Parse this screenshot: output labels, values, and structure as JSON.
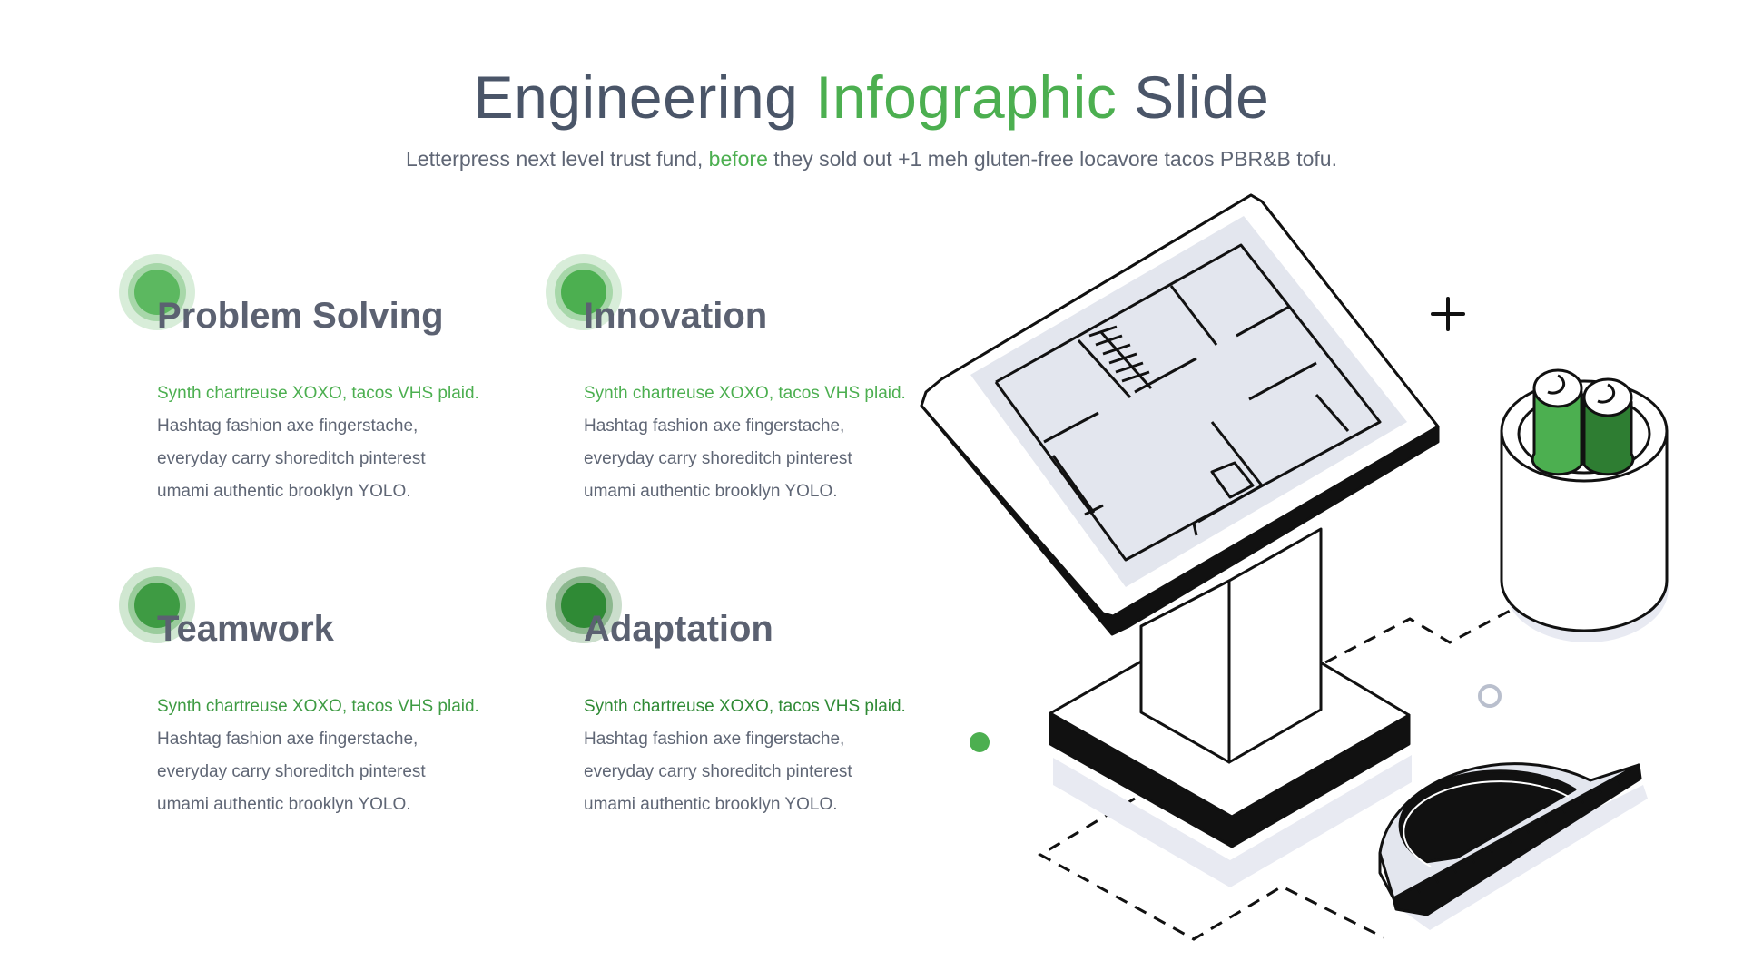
{
  "header": {
    "title_part1": "Engineering ",
    "title_accent": "Infographic",
    "title_part2": " Slide",
    "subtitle_part1": "Letterpress next level trust fund, ",
    "subtitle_accent": "before",
    "subtitle_part2": " they sold out +1 meh gluten-free locavore tacos PBR&B tofu."
  },
  "cards": [
    {
      "title": "Problem Solving",
      "highlight": "Synth chartreuse XOXO, tacos VHS plaid.",
      "body": [
        "Hashtag fashion axe fingerstache,",
        "everyday carry shoreditch pinterest",
        "umami authentic brooklyn YOLO."
      ],
      "icon": "green-circle-icon"
    },
    {
      "title": "Innovation",
      "highlight": "Synth chartreuse XOXO, tacos VHS plaid.",
      "body": [
        "Hashtag fashion axe fingerstache,",
        "everyday carry shoreditch pinterest",
        "umami authentic brooklyn YOLO."
      ],
      "icon": "green-circle-icon"
    },
    {
      "title": "Teamwork",
      "highlight": "Synth chartreuse XOXO, tacos VHS plaid.",
      "body": [
        "Hashtag fashion axe fingerstache,",
        "everyday carry shoreditch pinterest",
        "umami authentic brooklyn YOLO."
      ],
      "icon": "green-circle-icon"
    },
    {
      "title": "Adaptation",
      "highlight": "Synth chartreuse XOXO, tacos VHS plaid.",
      "body": [
        "Hashtag fashion axe fingerstache,",
        "everyday carry shoreditch pinterest",
        "umami authentic brooklyn YOLO."
      ],
      "icon": "green-circle-icon"
    }
  ],
  "colors": {
    "accent": "#4caf50",
    "accent_dark": "#2e7d32",
    "text": "#5f6675",
    "title": "#4a5568",
    "screen": "#e3e6ee",
    "shadow": "#e8eaf2"
  },
  "illustration": {
    "icons": [
      "drafting-kiosk-icon",
      "blueprint-icon",
      "pencil-cup-icon",
      "protractor-icon",
      "plus-icon",
      "ring-icon",
      "dot-icon"
    ]
  }
}
